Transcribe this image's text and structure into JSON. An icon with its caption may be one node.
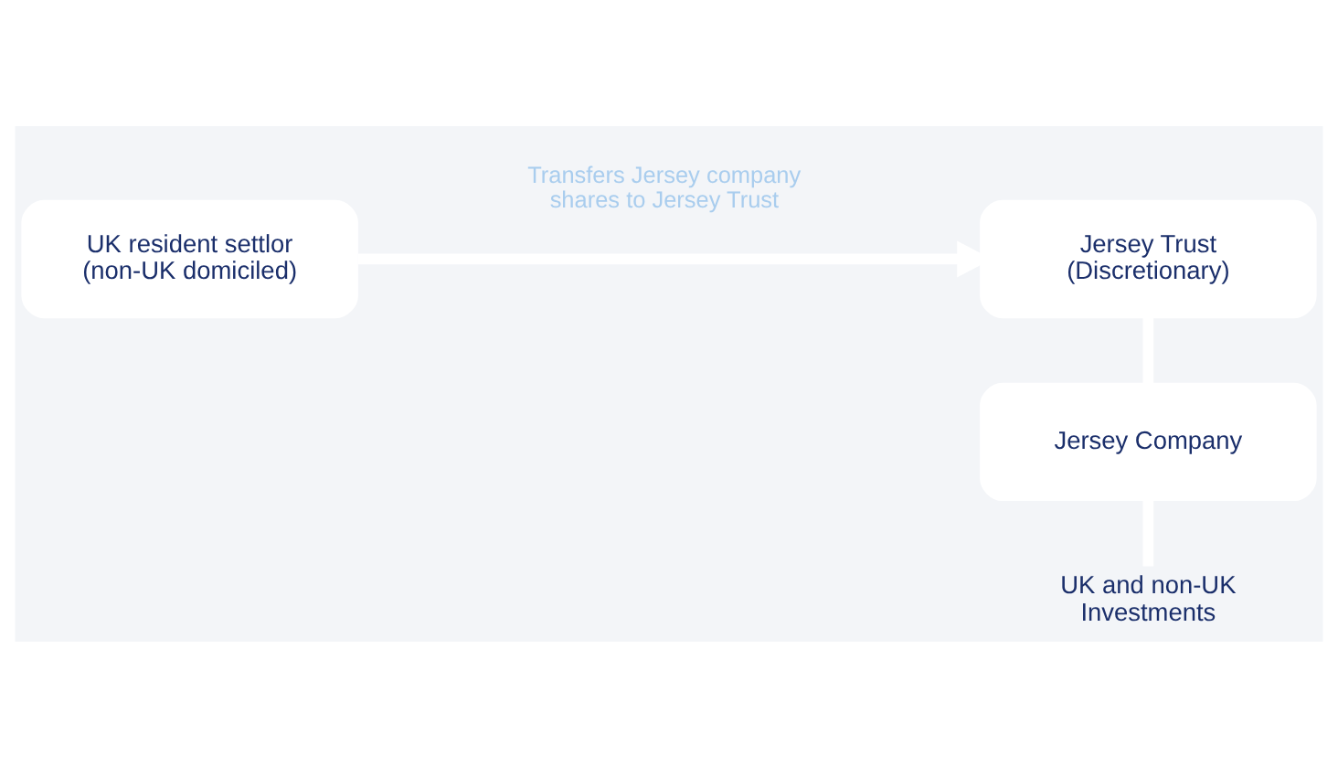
{
  "diagram": {
    "nodes": [
      {
        "text": [
          "UK resident settlor (non-UK domiciled)"
        ]
      },
      {
        "text": [
          "Jersey Trust (Discretionary)"
        ]
      },
      {
        "text": [
          "Jersey Company"
        ]
      },
      {
        "text": [
          "UK and non-UK Investments"
        ]
      }
    ],
    "edges": [
      {
        "from": 0,
        "to": 1,
        "arrow": "to",
        "label": "Transfers Jersey company shares to Jersey Trust"
      },
      {
        "from": 1,
        "to": 2,
        "arrow": "none"
      },
      {
        "from": 2,
        "to": 3,
        "arrow": "none"
      }
    ]
  }
}
